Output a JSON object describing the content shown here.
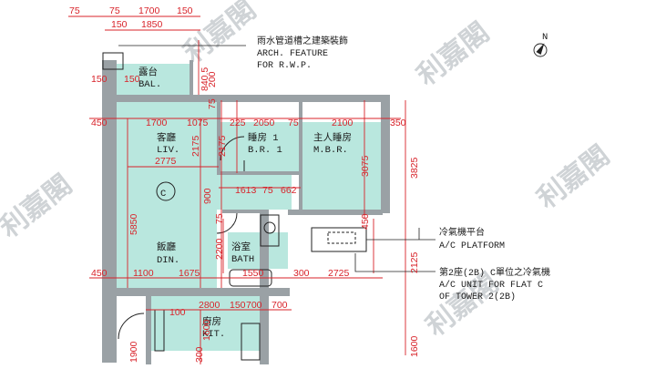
{
  "colors": {
    "room_fill": "#b9e7de",
    "wall": "#9aa1a5",
    "dim": "#d8232a",
    "line": "#222222",
    "watermark": "#cfd3d6"
  },
  "watermark": "利嘉閣",
  "north_label": "N",
  "unit_circle": "C",
  "rooms": {
    "balcony": {
      "zh": "露台",
      "en": "BAL."
    },
    "living": {
      "zh": "客廳",
      "en": "LIV."
    },
    "bedroom1": {
      "zh": "睡房 1",
      "en": "B.R. 1"
    },
    "master": {
      "zh": "主人睡房",
      "en": "M.B.R."
    },
    "dining": {
      "zh": "飯廳",
      "en": "DIN."
    },
    "bath": {
      "zh": "浴室",
      "en": "BATH"
    },
    "kitchen": {
      "zh": "廚房",
      "en": "KIT."
    }
  },
  "notes": {
    "rwp": {
      "zh": "雨水管道槽之建築裝飾",
      "en1": "ARCH. FEATURE",
      "en2": "FOR R.W.P."
    },
    "ac_platform": {
      "zh": "冷氣機平台",
      "en": "A/C PLATFORM"
    },
    "ac_unit": {
      "zh": "第2座(2B) C單位之冷氣機",
      "en1": "A/C UNIT FOR FLAT C",
      "en2": "OF TOWER 2(2B)"
    }
  },
  "dims": {
    "top1": [
      "75",
      "75",
      "1700",
      "150"
    ],
    "top2": [
      "150",
      "1850"
    ],
    "top3": [
      "150",
      "150",
      "840.5"
    ],
    "rowA": [
      "450",
      "1700",
      "1075",
      "225",
      "2050",
      "75",
      "2100",
      "350"
    ],
    "rowB": [
      "2775",
      "1613",
      "75",
      "662"
    ],
    "rowC": [
      "450",
      "1100",
      "1675",
      "1550",
      "300",
      "2725"
    ],
    "rowD": [
      "2800",
      "150",
      "700",
      "700",
      "100",
      "1600"
    ],
    "vert": [
      "5850",
      "2175",
      "900",
      "200",
      "2175",
      "3075",
      "3825",
      "2200",
      "450",
      "2125",
      "1600",
      "300",
      "1900",
      "75",
      "75"
    ]
  }
}
